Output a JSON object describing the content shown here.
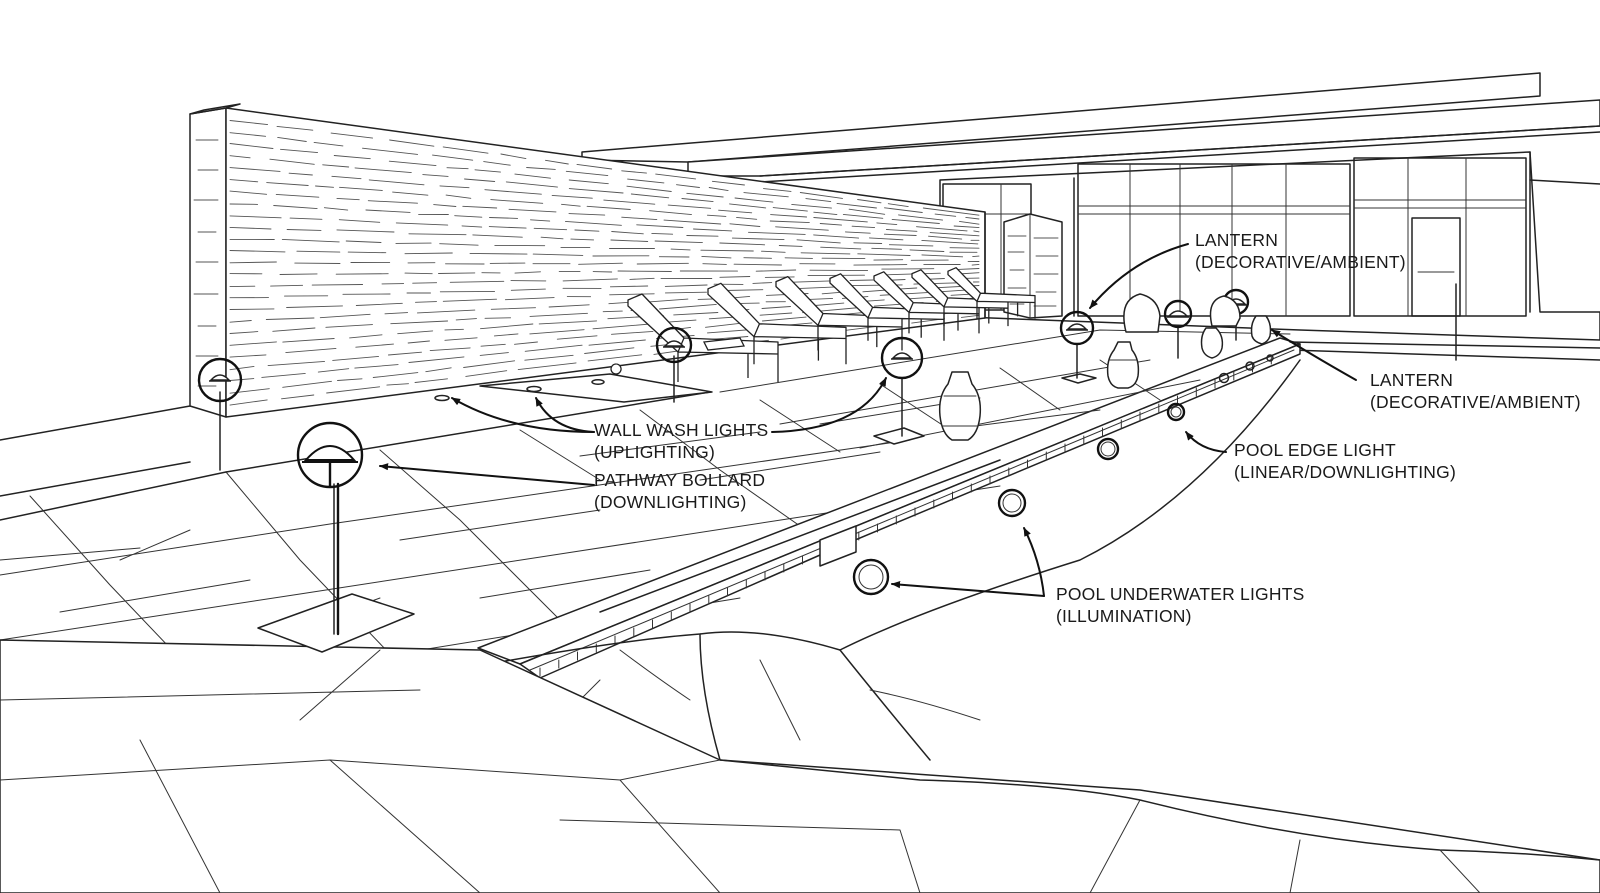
{
  "callouts": [
    {
      "id": "lantern-top",
      "line1": "LANTERN",
      "line2": "(DECORATIVE/AMBIENT)"
    },
    {
      "id": "lantern-right",
      "line1": "LANTERN",
      "line2": "(DECORATIVE/AMBIENT)"
    },
    {
      "id": "wall-wash",
      "line1": "WALL WASH LIGHTS",
      "line2": "(UPLIGHTING)"
    },
    {
      "id": "pathway-bollard",
      "line1": "PATHWAY BOLLARD",
      "line2": "(DOWNLIGHTING)"
    },
    {
      "id": "pool-edge",
      "line1": "POOL EDGE LIGHT",
      "line2": "(LINEAR/DOWNLIGHTING)"
    },
    {
      "id": "pool-underwater",
      "line1": "POOL UNDERWATER LIGHTS",
      "line2": "(ILLUMINATION)"
    }
  ]
}
